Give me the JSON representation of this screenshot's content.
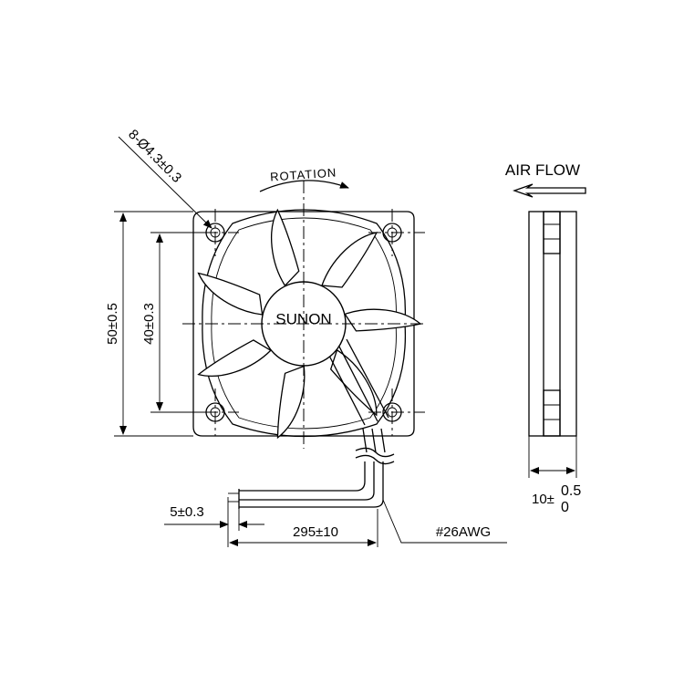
{
  "labels": {
    "hole_spec": "8-Ø4.3±0.3",
    "rotation": "ROTATION",
    "brand": "SUNON",
    "air_flow": "AIR FLOW",
    "outer_size": "50±0.5",
    "hole_pitch": "40±0.3",
    "strip_length": "5±0.3",
    "lead_length": "295±10",
    "wire_gauge": "#26AWG",
    "thickness_nominal": "10±",
    "thickness_upper": "0.5",
    "thickness_lower": "0"
  }
}
